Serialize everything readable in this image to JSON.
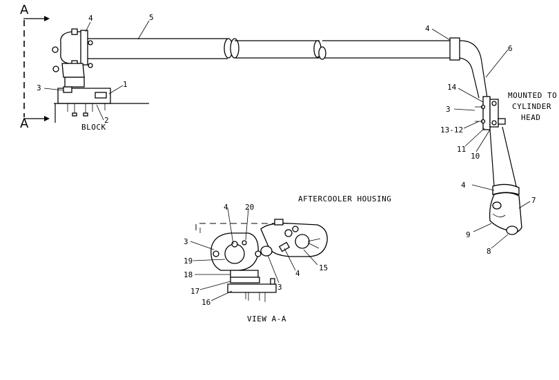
{
  "section_marker": "A",
  "labels": {
    "block": "BLOCK",
    "mounted_to_cylinder_head": [
      "MOUNTED TO",
      "CYLINDER",
      "HEAD"
    ],
    "aftercooler_housing": "AFTERCOOLER HOUSING",
    "view_a_a": "VIEW A-A"
  },
  "callouts": {
    "top_left_4": "4",
    "tube_5": "5",
    "left_3": "3",
    "left_1": "1",
    "left_2": "2",
    "right_top_4": "4",
    "right_6": "6",
    "right_14": "14",
    "right_3": "3",
    "right_13_12": "13-12",
    "right_11": "11",
    "right_10": "10",
    "right_mid_4": "4",
    "right_7": "7",
    "right_9": "9",
    "right_8": "8",
    "view_4": "4",
    "view_20": "20",
    "view_3_left": "3",
    "view_19": "19",
    "view_18": "18",
    "view_17": "17",
    "view_16": "16",
    "view_3_mid": "3",
    "view_4_low": "4",
    "view_15": "15"
  }
}
